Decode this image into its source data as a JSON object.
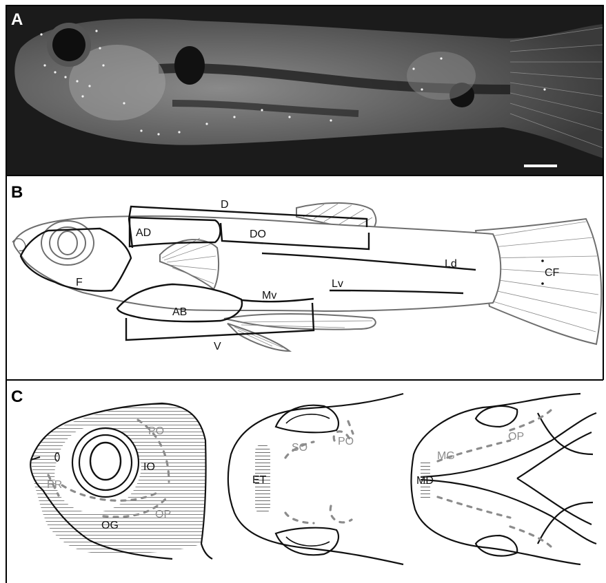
{
  "panels": {
    "a": {
      "letter": "A"
    },
    "b": {
      "letter": "B",
      "regions": {
        "d": "D",
        "ad": "AD",
        "do": "DO",
        "f": "F",
        "ld": "Ld",
        "lv": "Lv",
        "cf": "CF",
        "ab": "AB",
        "mv": "Mv",
        "v": "V"
      }
    },
    "c": {
      "letter": "C",
      "lateral": {
        "po": "PO",
        "io": "IO",
        "pr": "PR",
        "op": "OP",
        "og": "OG"
      },
      "dorsal": {
        "so": "SO",
        "po": "PO",
        "et": "ET"
      },
      "ventral": {
        "op": "OP",
        "mg": "MG",
        "md": "MD"
      }
    }
  },
  "colors": {
    "photo_bg": "#1b1b1b",
    "drawing_outline": "#6e6e6e",
    "region_line": "#111111",
    "canal_dots": "#8c8c8c",
    "border": "#000000"
  }
}
